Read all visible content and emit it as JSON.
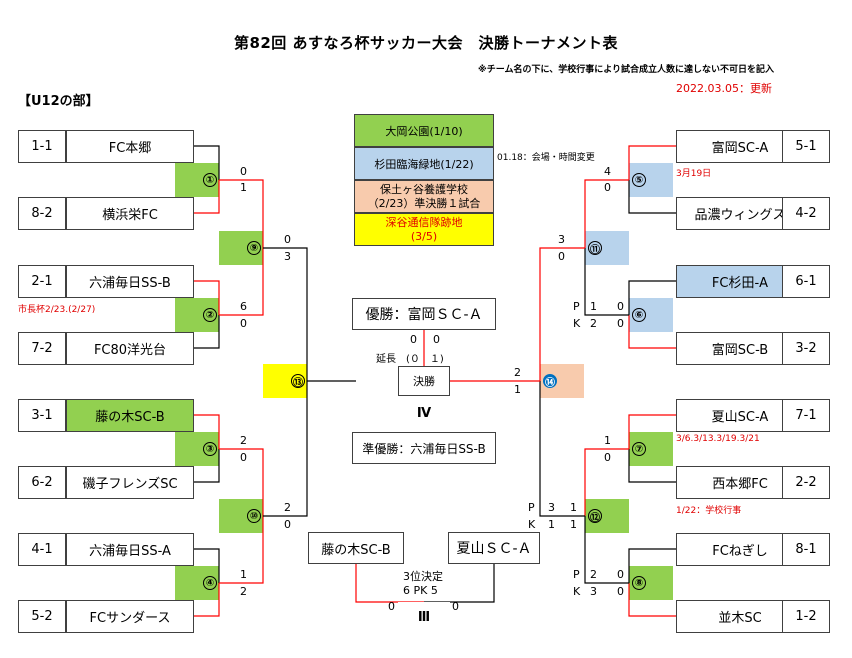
{
  "header": {
    "title": "第82回 あすなろ杯サッカー大会　決勝トーナメント表",
    "note": "※チーム名の下に、学校行事により試合成立人数に達しない不可日を記入",
    "update": "2022.03.05：更新",
    "division": "【U12の部】"
  },
  "venues": {
    "v1": "大岡公園(1/10)",
    "v2": "杉田臨海緑地(1/22)",
    "v3a": "保土ヶ谷養護学校",
    "v3b": "（2/23）準決勝１試合",
    "v4a": "深谷通信隊跡地",
    "v4b": "(3/5)",
    "change_note": "01.18：会場・時間変更"
  },
  "left_teams": [
    {
      "seed": "1-1",
      "name": "FC本郷"
    },
    {
      "seed": "8-2",
      "name": "横浜栄FC"
    },
    {
      "seed": "2-1",
      "name": "六浦毎日SS-B"
    },
    {
      "seed": "7-2",
      "name": "FC80洋光台"
    },
    {
      "seed": "3-1",
      "name": "藤の木SC-B"
    },
    {
      "seed": "6-2",
      "name": "磯子フレンズSC"
    },
    {
      "seed": "4-1",
      "name": "六浦毎日SS-A"
    },
    {
      "seed": "5-2",
      "name": "FCサンダース"
    }
  ],
  "right_teams": [
    {
      "seed": "5-1",
      "name": "富岡SC-A"
    },
    {
      "seed": "4-2",
      "name": "品濃ウィングス"
    },
    {
      "seed": "6-1",
      "name": "FC杉田-A"
    },
    {
      "seed": "3-2",
      "name": "富岡SC-B"
    },
    {
      "seed": "7-1",
      "name": "夏山SC-A"
    },
    {
      "seed": "2-2",
      "name": "西本郷FC"
    },
    {
      "seed": "8-1",
      "name": "FCねぎし"
    },
    {
      "seed": "1-2",
      "name": "並木SC"
    }
  ],
  "matches": {
    "m1": "①",
    "m2": "②",
    "m3": "③",
    "m4": "④",
    "m5": "⑤",
    "m6": "⑥",
    "m7": "⑦",
    "m8": "⑧",
    "m9": "⑨",
    "m10": "⑩",
    "m11": "⑪",
    "m12": "⑫",
    "m13": "⑬",
    "m14": "⑭"
  },
  "scores": {
    "m1_top": "0",
    "m1_bot": "1",
    "m2_top": "6",
    "m2_bot": "0",
    "m3_top": "2",
    "m3_bot": "0",
    "m4_top": "1",
    "m4_bot": "2",
    "m9_top": "0",
    "m9_bot": "3",
    "m10_top": "2",
    "m10_bot": "0",
    "m5_top": "4",
    "m5_bot": "0",
    "m6_p": "P",
    "m6_k": "K",
    "m6_top_a": "1",
    "m6_top_b": "0",
    "m6_bot_a": "2",
    "m6_bot_b": "0",
    "m7_top": "1",
    "m7_bot": "0",
    "m8_p": "P",
    "m8_k": "K",
    "m8_top_a": "2",
    "m8_top_b": "0",
    "m8_bot_a": "3",
    "m8_bot_b": "0",
    "m11_top": "3",
    "m11_bot": "0",
    "m12_p": "P",
    "m12_k": "K",
    "m12_top_a": "3",
    "m12_top_b": "1",
    "m12_bot_a": "1",
    "m12_bot_b": "1",
    "m14_top": "2",
    "m14_bot": "1",
    "final_left_a": "0",
    "final_left_b": "0",
    "third_left": "0",
    "third_right": "0"
  },
  "notes": {
    "m2": "市長杯2/23.(2/27)",
    "m5": "3月19日",
    "m7": "3/6.3/13.3/19.3/21",
    "m12": "1/22：学校行事"
  },
  "center": {
    "champion": "優勝：富岡ＳＣ-Ａ",
    "extension": "延長　(０　１)",
    "final_label": "決勝",
    "final_mark": "Ⅳ",
    "runner_up": "準優勝：六浦毎日SS-B",
    "third_left": "藤の木SC-B",
    "third_right": "夏山ＳＣ-Ａ",
    "third_label": "3位決定",
    "third_pk": "6 PK 5",
    "third_mark": "Ⅲ"
  },
  "colors": {
    "line_red": "#ff0000",
    "line_black": "#000000",
    "green": "#92d050",
    "blue": "#b8d3ec",
    "pink": "#f8cbad",
    "yellow": "#ffff00",
    "note_red": "#e00000"
  }
}
